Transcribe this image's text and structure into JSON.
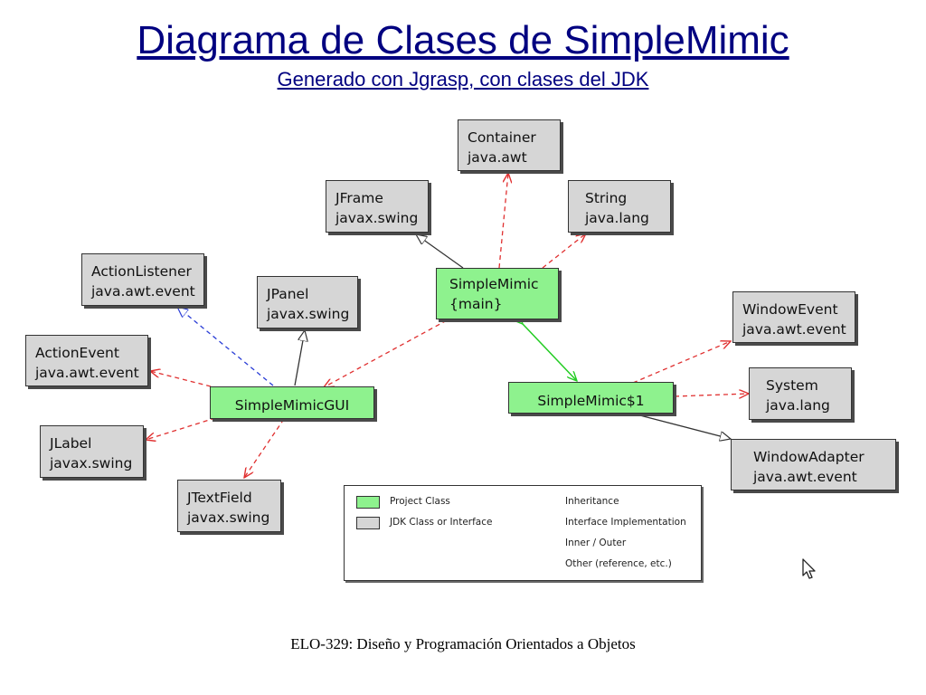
{
  "header": {
    "title": "Diagrama de Clases de SimpleMimic",
    "subtitle": "Generado con Jgrasp, con clases del JDK"
  },
  "nodes": {
    "container": {
      "name": "Container",
      "package": "java.awt"
    },
    "jframe": {
      "name": "JFrame",
      "package": "javax.swing"
    },
    "string": {
      "name": "String",
      "package": "java.lang"
    },
    "actionlistener": {
      "name": "ActionListener",
      "package": "java.awt.event"
    },
    "jpanel": {
      "name": "JPanel",
      "package": "javax.swing"
    },
    "simplemimic": {
      "name": "SimpleMimic",
      "package": "{main}"
    },
    "windowevent": {
      "name": "WindowEvent",
      "package": "java.awt.event"
    },
    "actionevent": {
      "name": "ActionEvent",
      "package": "java.awt.event"
    },
    "simplemimicgui": {
      "name": "SimpleMimicGUI"
    },
    "simplemimic1": {
      "name": "SimpleMimic$1"
    },
    "system": {
      "name": "System",
      "package": "java.lang"
    },
    "jlabel": {
      "name": "JLabel",
      "package": "javax.swing"
    },
    "windowadapter": {
      "name": "WindowAdapter",
      "package": "java.awt.event"
    },
    "jtextfield": {
      "name": "JTextField",
      "package": "javax.swing"
    }
  },
  "legend": {
    "project_class": "Project Class",
    "jdk_class": "JDK Class or Interface",
    "inheritance": "Inheritance",
    "interface_impl": "Interface Implementation",
    "inner_outer": "Inner / Outer",
    "other": "Other (reference, etc.)"
  },
  "colors": {
    "project": "#8ef28e",
    "jdk": "#d6d6d6",
    "inheritance": "#333333",
    "interface": "#2a3dd6",
    "inner_outer": "#22cc22",
    "other": "#e03030",
    "title": "#000080"
  },
  "footer": "ELO-329: Diseño y Programación Orientados a Objetos"
}
